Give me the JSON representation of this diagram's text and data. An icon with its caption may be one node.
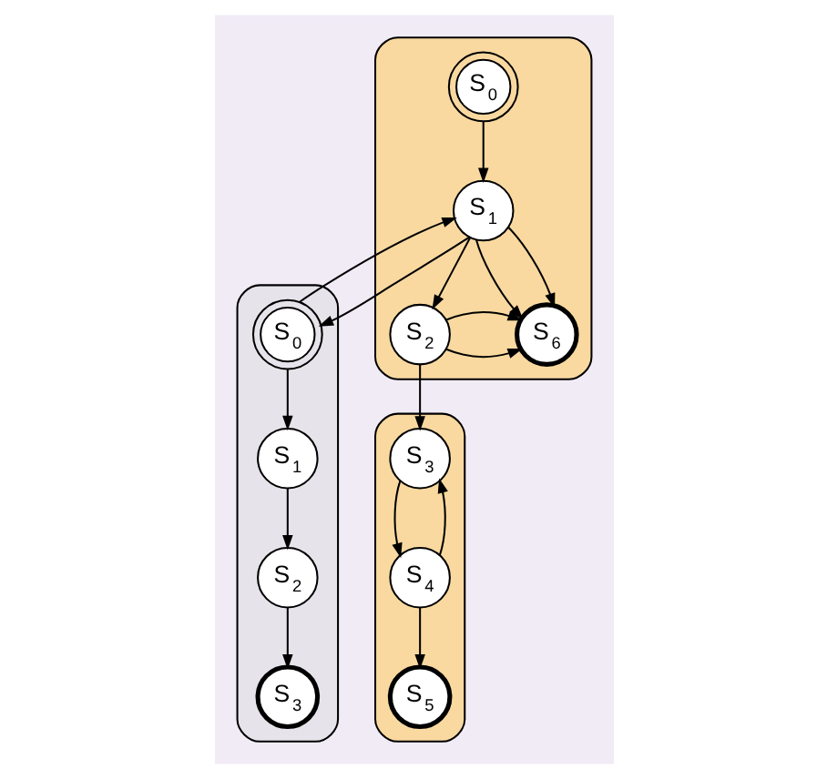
{
  "diagram": {
    "nodes": [
      {
        "text": [],
        "shape": "box"
      },
      {
        "text": [
          "S$_{0}$"
        ],
        "in": 0
      },
      {
        "text": [
          "S$_{1}$"
        ],
        "in": 0
      },
      {
        "text": [
          "S$_{2}$"
        ],
        "in": 0
      },
      {
        "text": [
          "S$_{6}$"
        ],
        "in": 0
      },
      {
        "text": [],
        "shape": "box"
      },
      {
        "text": [
          "S$_{3}$"
        ],
        "in": 5
      },
      {
        "text": [
          "S$_{4}$"
        ],
        "in": 5
      },
      {
        "text": [
          "S$_{5}$"
        ],
        "in": 5
      },
      {
        "text": [],
        "shape": "box"
      },
      {
        "text": [
          "S$_{0}$"
        ],
        "in": 9
      },
      {
        "text": [
          "S$_{1}$"
        ],
        "in": 9
      },
      {
        "text": [
          "S$_{2}$"
        ],
        "in": 9
      },
      {
        "text": [
          "S$_{3}$"
        ],
        "in": 9
      }
    ],
    "edges": [
      {
        "from": 1,
        "to": 2,
        "arrow": "to"
      },
      {
        "from": 2,
        "to": 3,
        "arrow": "to"
      },
      {
        "from": 2,
        "to": 4,
        "arrow": "to"
      },
      {
        "from": 2,
        "to": 4,
        "arrow": "to"
      },
      {
        "from": 3,
        "to": 4,
        "arrow": "to"
      },
      {
        "from": 3,
        "to": 4,
        "arrow": "to"
      },
      {
        "from": 2,
        "to": 10,
        "arrow": "to"
      },
      {
        "from": 10,
        "to": 2,
        "arrow": "to"
      },
      {
        "from": 3,
        "to": 6,
        "arrow": "to"
      },
      {
        "from": 6,
        "to": 7,
        "arrow": "to"
      },
      {
        "from": 7,
        "to": 6,
        "arrow": "to"
      },
      {
        "from": 7,
        "to": 8,
        "arrow": "to"
      },
      {
        "from": 10,
        "to": 11,
        "arrow": "to"
      },
      {
        "from": 11,
        "to": 12,
        "arrow": "to"
      },
      {
        "from": 12,
        "to": 13,
        "arrow": "to"
      }
    ]
  }
}
